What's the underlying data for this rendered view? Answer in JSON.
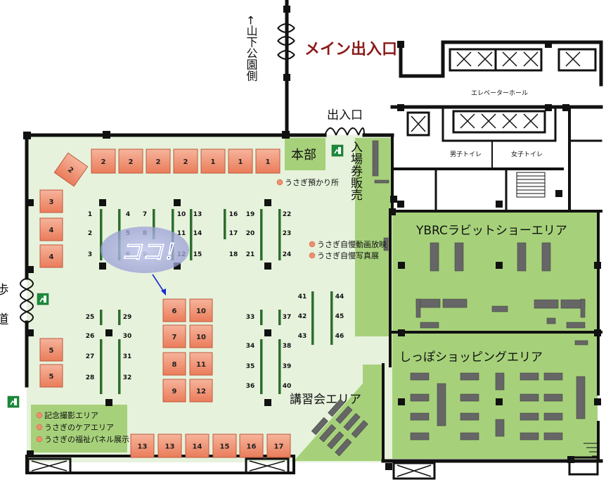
{
  "labels": {
    "main_entrance": "メイン出入口",
    "side_note": "←山下公園側",
    "entrance": "出入口",
    "elevator_hall": "エレベーターホール",
    "mens_toilet": "男子トイレ",
    "womens_toilet": "女子トイレ",
    "headquarters": "本部",
    "ticket_sales": "入場券販売",
    "rabbit_storage": "うさぎ預かり所",
    "video_screening": "うさぎ自慢動画放映",
    "photo_exhibit": "うさぎ自慢写真展",
    "ybrc_area": "YBRCラビットショーエリア",
    "shopping_area": "しっぽショッピングエリア",
    "lecture_area": "講習会エリア",
    "sidewalk": "歩道",
    "here": "ココ！",
    "photo_area": "記念撮影エリア",
    "care_area": "うさぎのケアエリア",
    "welfare_panel": "うさぎの福祉パネル展示",
    "emergency_exit": "非常口"
  },
  "booth_groups": {
    "top_row": [
      "2",
      "2",
      "2",
      "2",
      "1",
      "1",
      "1"
    ],
    "rotated": "2",
    "left_upper": [
      "3",
      "4",
      "4"
    ],
    "left_lower": [
      "5",
      "5"
    ],
    "center_left": [
      "6",
      "7",
      "8",
      "9"
    ],
    "center_right": [
      "10",
      "10",
      "11",
      "12"
    ],
    "bottom_row": [
      "13",
      "13",
      "14",
      "15",
      "16",
      "17"
    ]
  },
  "table_numbers": [
    "1",
    "2",
    "3",
    "4",
    "5",
    "6",
    "7",
    "8",
    "9",
    "10",
    "11",
    "12",
    "13",
    "14",
    "15",
    "16",
    "17",
    "18",
    "19",
    "20",
    "21",
    "22",
    "23",
    "24",
    "25",
    "26",
    "27",
    "28",
    "29",
    "30",
    "31",
    "32",
    "33",
    "34",
    "35",
    "36",
    "37",
    "38",
    "39",
    "40",
    "41",
    "42",
    "43",
    "44",
    "45",
    "46"
  ],
  "colors": {
    "booth_fill": "#ef8e6f",
    "booth_stroke": "#c05a3e",
    "floor": "#e6f2dc",
    "area_green": "#a6d17a",
    "wall": "#111111",
    "table": "#666666",
    "divider": "#2d6e2d",
    "main_entrance": "#8b1a1a",
    "here_text": "#1a2ad0",
    "here_bubble": "#aab0dd"
  }
}
